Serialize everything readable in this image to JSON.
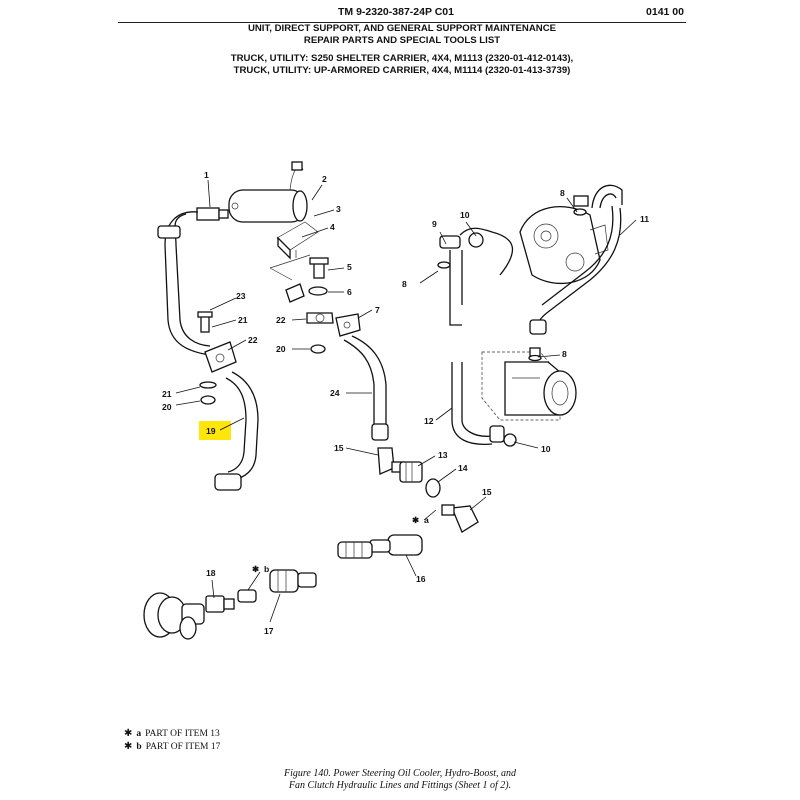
{
  "header": {
    "tm_number": "TM 9-2320-387-24P  C01",
    "work_package": "0141 00"
  },
  "title": {
    "line1": "UNIT, DIRECT SUPPORT, AND GENERAL SUPPORT MAINTENANCE",
    "line2": "REPAIR PARTS AND SPECIAL TOOLS LIST",
    "line3": "TRUCK, UTILITY: S250 SHELTER CARRIER, 4X4, M1113 (2320-01-412-0143),",
    "line4": "TRUCK, UTILITY: UP-ARMORED CARRIER, 4X4, M1114 (2320-01-413-3739)"
  },
  "callouts": {
    "c1": "1",
    "c2": "2",
    "c3": "3",
    "c4": "4",
    "c5": "5",
    "c6": "6",
    "c7": "7",
    "c8a": "8",
    "c8b": "8",
    "c8c": "8",
    "c9": "9",
    "c10a": "10",
    "c10b": "10",
    "c11": "11",
    "c12": "12",
    "c13": "13",
    "c14": "14",
    "c15a": "15",
    "c15b": "15",
    "c16": "16",
    "c17": "17",
    "c18": "18",
    "c19": "19",
    "c20a": "20",
    "c20b": "20",
    "c21a": "21",
    "c21b": "21",
    "c22a": "22",
    "c22b": "22",
    "c23": "23",
    "c24": "24",
    "ca": "a",
    "cb": "b"
  },
  "highlight_color": "#ffe60a",
  "legend": [
    {
      "key": "a",
      "text": "PART OF ITEM 13"
    },
    {
      "key": "b",
      "text": "PART OF ITEM 17"
    }
  ],
  "caption": {
    "line1": "Figure 140.  Power Steering Oil Cooler, Hydro-Boost, and",
    "line2": "Fan Clutch Hydraulic Lines and Fittings (Sheet 1 of 2)."
  }
}
